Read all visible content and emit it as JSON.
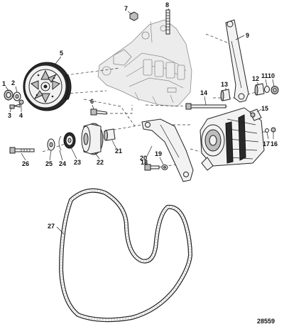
{
  "figure_number": "28559",
  "callouts": {
    "c1": "1",
    "c2": "2",
    "c3": "3",
    "c4": "4",
    "c5": "5",
    "c6": "6",
    "c7": "7",
    "c8": "8",
    "c9": "9",
    "c10": "10",
    "c11": "11",
    "c12": "12",
    "c13": "13",
    "c14": "14",
    "c15": "15",
    "c16": "16",
    "c17": "17",
    "c18": "18",
    "c19": "19",
    "c20": "20",
    "c21": "21",
    "c22": "22",
    "c23": "23",
    "c24": "24",
    "c25": "25",
    "c26": "26",
    "c27": "27"
  }
}
